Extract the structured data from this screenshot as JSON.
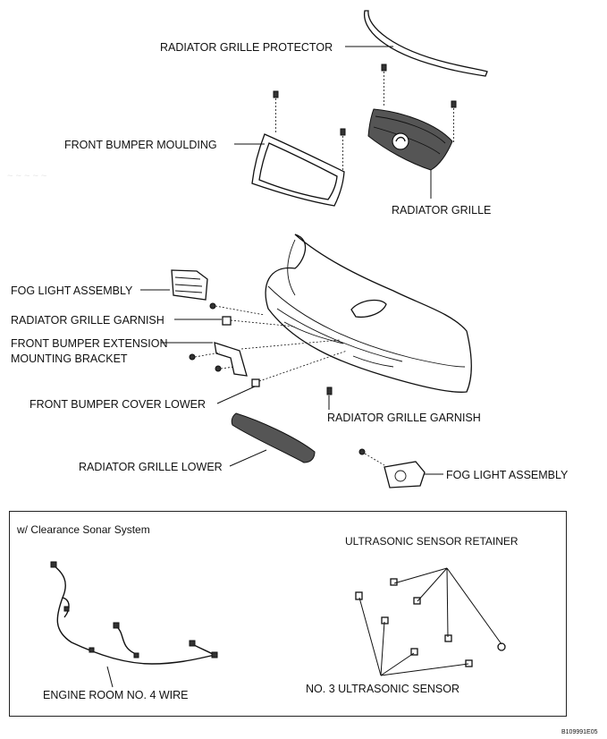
{
  "labels": {
    "radiator_grille_protector": "RADIATOR GRILLE PROTECTOR",
    "front_bumper_moulding": "FRONT BUMPER MOULDING",
    "radiator_grille": "RADIATOR GRILLE",
    "fog_light_assembly_left": "FOG LIGHT ASSEMBLY",
    "radiator_grille_garnish_left": "RADIATOR GRILLE GARNISH",
    "front_bumper_extension_mounting_bracket_line1": "FRONT BUMPER EXTENSION",
    "front_bumper_extension_mounting_bracket_line2": "MOUNTING BRACKET",
    "front_bumper_cover_lower": "FRONT BUMPER COVER LOWER",
    "radiator_grille_garnish_right": "RADIATOR GRILLE GARNISH",
    "radiator_grille_lower": "RADIATOR GRILLE LOWER",
    "fog_light_assembly_right": "FOG LIGHT ASSEMBLY"
  },
  "sonar_box": {
    "title": "w/ Clearance Sonar System",
    "ultrasonic_sensor_retainer": "ULTRASONIC SENSOR RETAINER",
    "engine_room_no4_wire": "ENGINE ROOM NO. 4 WIRE",
    "no3_ultrasonic_sensor": "NO. 3 ULTRASONIC SENSOR"
  },
  "figure_code": "B109991E05"
}
